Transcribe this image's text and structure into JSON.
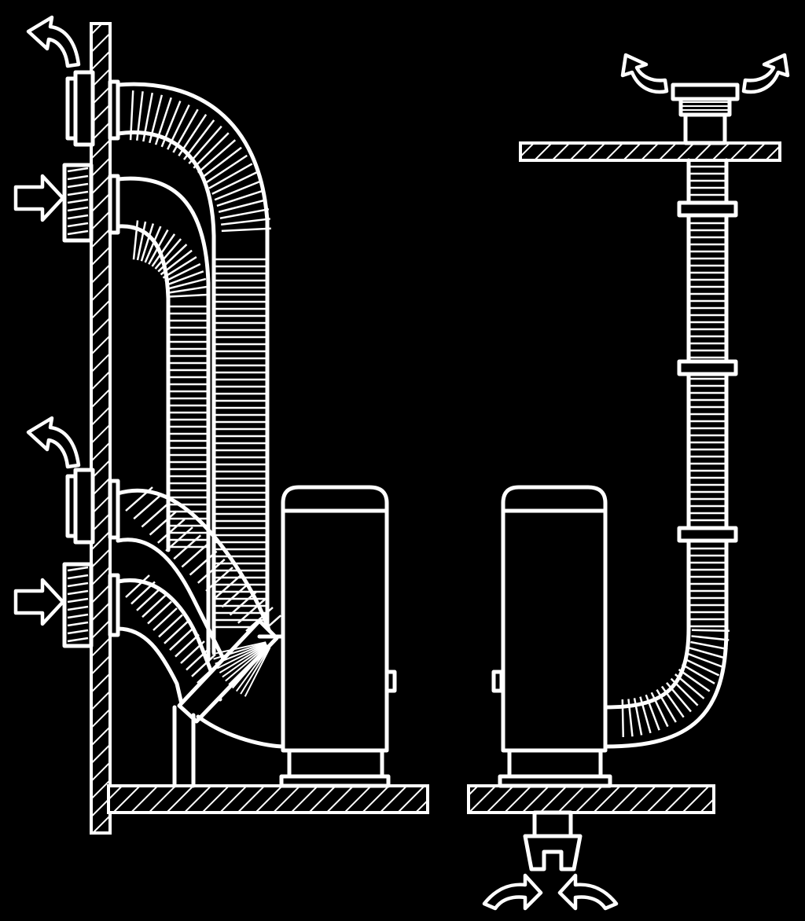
{
  "diagram": {
    "type": "flue-installation-illustration",
    "panels": [
      {
        "name": "wall-outlet-installation",
        "outlets": [
          "exhaust-terminal-upper",
          "intake-grille-upper",
          "exhaust-terminal-lower",
          "intake-grille-lower"
        ]
      },
      {
        "name": "roof-outlet-installation",
        "outlets": [
          "roof-cowl",
          "floor-intake"
        ]
      }
    ],
    "colors": {
      "background": "#000000",
      "line": "#ffffff"
    },
    "icons": [
      "curved-exhaust-arrow-icon",
      "straight-intake-arrow-icon",
      "upward-curved-arrow-icon"
    ]
  }
}
